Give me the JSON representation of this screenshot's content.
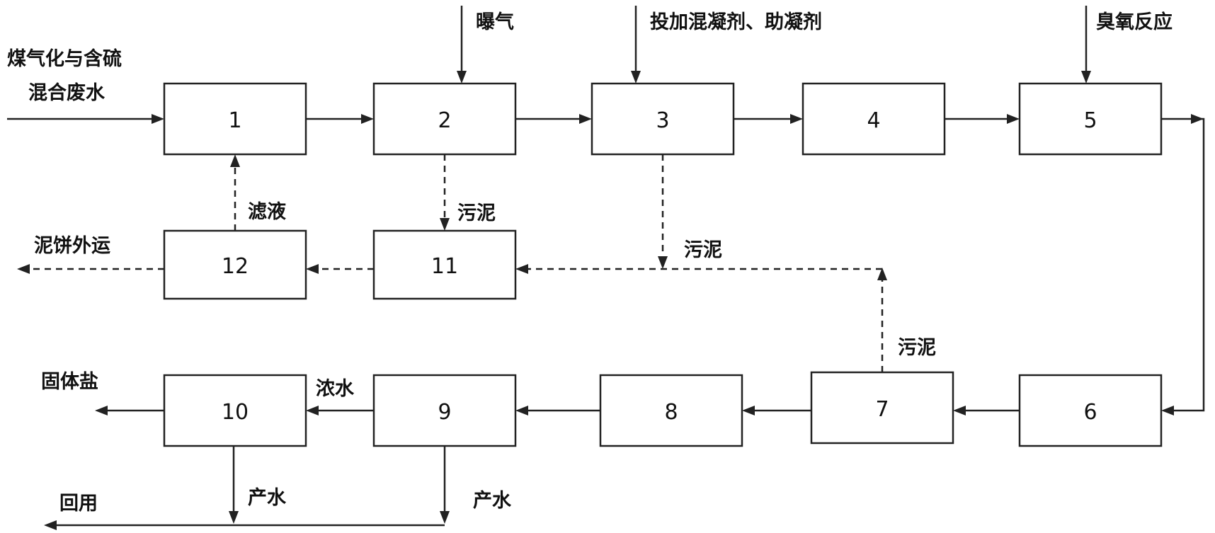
{
  "boxes": [
    {
      "id": "1",
      "label": "1"
    },
    {
      "id": "2",
      "label": "2"
    },
    {
      "id": "3",
      "label": "3"
    },
    {
      "id": "4",
      "label": "4"
    },
    {
      "id": "5",
      "label": "5"
    },
    {
      "id": "6",
      "label": "6"
    },
    {
      "id": "7",
      "label": "7"
    },
    {
      "id": "8",
      "label": "8"
    },
    {
      "id": "9",
      "label": "9"
    },
    {
      "id": "10",
      "label": "10"
    },
    {
      "id": "11",
      "label": "11"
    },
    {
      "id": "12",
      "label": "12"
    }
  ],
  "labels": {
    "inlet_line1": "煤气化与含硫",
    "inlet_line2": "混合废水",
    "aeration": "曝气",
    "coagulant": "投加混凝剂、助凝剂",
    "ozone": "臭氧反应",
    "filtrate": "滤液",
    "sludge_2": "污泥",
    "sludge_3": "污泥",
    "sludge_7": "污泥",
    "cake_out": "泥饼外运",
    "solid_salt": "固体盐",
    "concentrate": "浓水",
    "product_water_10": "产水",
    "product_water_9": "产水",
    "reuse": "回用"
  },
  "connections": [
    {
      "from": "inlet",
      "to": "1",
      "style": "solid"
    },
    {
      "from": "1",
      "to": "2",
      "style": "solid"
    },
    {
      "from": "2",
      "to": "3",
      "style": "solid"
    },
    {
      "from": "3",
      "to": "4",
      "style": "solid"
    },
    {
      "from": "4",
      "to": "5",
      "style": "solid"
    },
    {
      "from": "5",
      "to": "6",
      "style": "solid"
    },
    {
      "from": "6",
      "to": "7",
      "style": "solid"
    },
    {
      "from": "7",
      "to": "8",
      "style": "solid"
    },
    {
      "from": "8",
      "to": "9",
      "style": "solid"
    },
    {
      "from": "9",
      "to": "10",
      "style": "solid",
      "label": "浓水"
    },
    {
      "from": "10",
      "to": "solid_salt",
      "style": "solid"
    },
    {
      "from": "10",
      "to": "reuse",
      "style": "solid",
      "label": "产水"
    },
    {
      "from": "9",
      "to": "reuse",
      "style": "solid",
      "label": "产水"
    },
    {
      "from": "2",
      "to": "11",
      "style": "dashed",
      "label": "污泥"
    },
    {
      "from": "3",
      "to": "11",
      "style": "dashed",
      "label": "污泥"
    },
    {
      "from": "7",
      "to": "11",
      "style": "dashed",
      "label": "污泥"
    },
    {
      "from": "11",
      "to": "12",
      "style": "dashed"
    },
    {
      "from": "12",
      "to": "1",
      "style": "dashed",
      "label": "滤液"
    },
    {
      "from": "12",
      "to": "cake_out",
      "style": "dashed"
    }
  ]
}
